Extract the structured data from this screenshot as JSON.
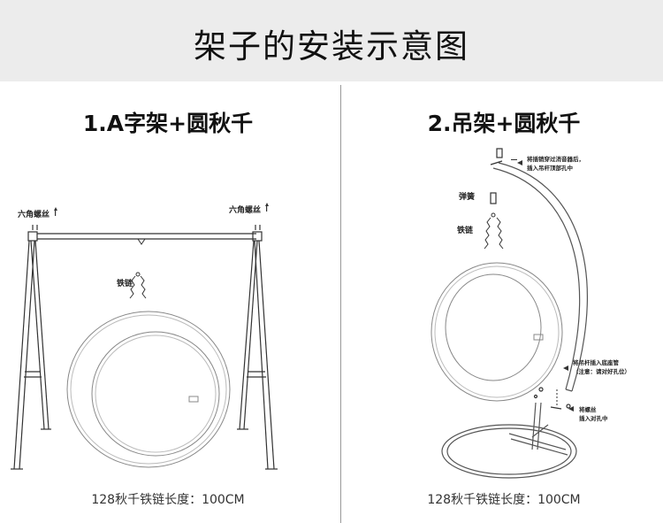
{
  "header": {
    "title": "架子的安装示意图"
  },
  "left": {
    "title": "1.A字架+圆秋千",
    "labels": {
      "hex_screw_left": "六角螺丝",
      "hex_screw_right": "六角螺丝",
      "chain": "铁链"
    },
    "caption": "128秋千铁链长度：100CM"
  },
  "right": {
    "title": "2.吊架+圆秋千",
    "labels": {
      "spring": "弹簧",
      "chain": "铁链",
      "note_top_1": "将插销穿过消音器后，",
      "note_top_2": "插入吊杆顶部孔中",
      "note_mid_1": "将吊杆插入底座管",
      "note_mid_2": "（注意：请对好孔位）",
      "note_bottom_1": "将螺丝",
      "note_bottom_2": "插入对孔中"
    },
    "caption": "128秋千铁链长度：100CM"
  }
}
